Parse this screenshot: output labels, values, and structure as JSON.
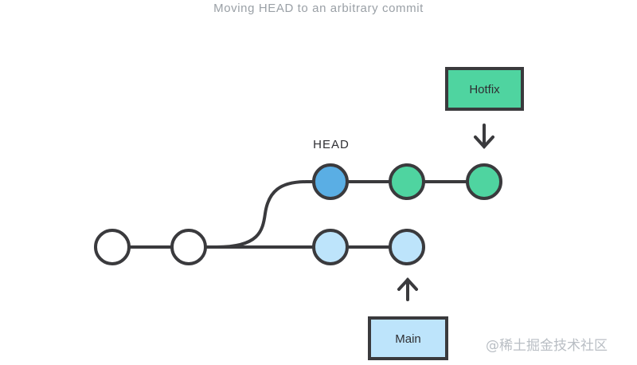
{
  "caption": "Moving HEAD to an arbitrary commit",
  "head_label": "HEAD",
  "branches": {
    "hotfix": {
      "label": "Hotfix"
    },
    "main": {
      "label": "Main"
    }
  },
  "watermark": "@稀土掘金技术社区",
  "colors": {
    "stroke": "#3a3a3d",
    "commit_default": "#ffffff",
    "commit_head": "#5aaee4",
    "commit_hotfix": "#4fd4a0",
    "commit_main": "#bde4fb",
    "hotfix_box": "#4fd4a0",
    "main_box": "#bde4fb"
  }
}
